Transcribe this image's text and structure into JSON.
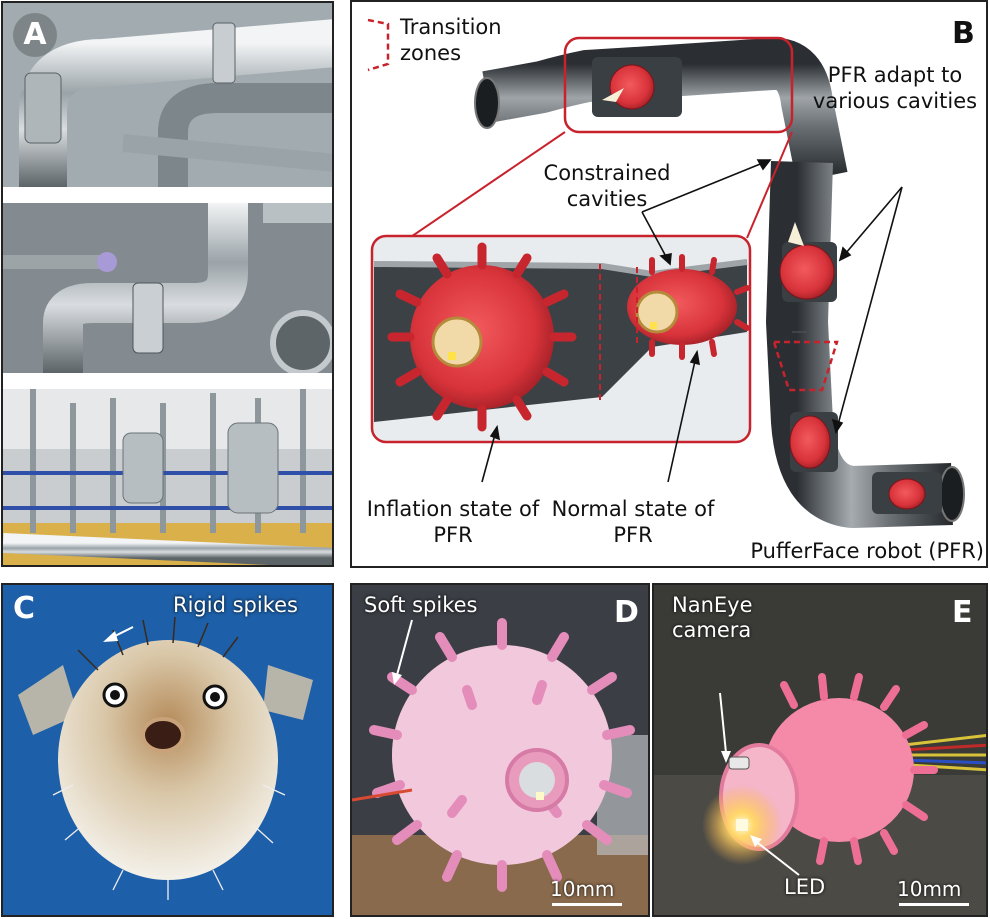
{
  "panels": {
    "A": {
      "letter": "A"
    },
    "B": {
      "letter": "B",
      "legend_text": "Transition zones",
      "label_constrained": "Constrained cavities",
      "label_adapt": "PFR adapt to various cavities",
      "label_inflation": "Inflation state of PFR",
      "label_normal": "Normal state of PFR",
      "label_robot": "PufferFace robot (PFR)"
    },
    "C": {
      "letter": "C",
      "label_spikes": "Rigid spikes"
    },
    "D": {
      "letter": "D",
      "label_spikes": "Soft spikes",
      "scale": "10mm"
    },
    "E": {
      "letter": "E",
      "label_camera": "NanEye camera",
      "label_led": "LED",
      "scale": "10mm"
    }
  },
  "colors": {
    "accent_red": "#c8232c",
    "robot_pink": "#f58aa8",
    "pipe_gray": "#6f7478",
    "fish_bg": "#1d5fa8"
  }
}
